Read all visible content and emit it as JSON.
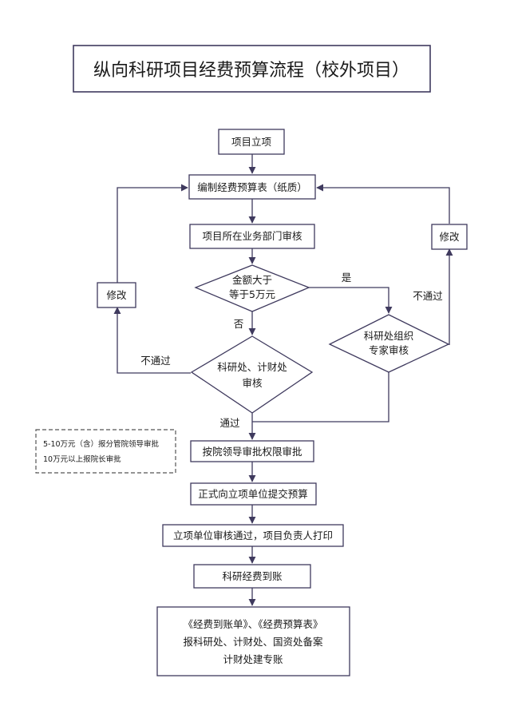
{
  "title": "纵向科研项目经费预算流程（校外项目）",
  "nodes": {
    "project_setup": "项目立项",
    "prepare_budget": "编制经费预算表（纸质）",
    "dept_review": "项目所在业务部门审核",
    "amount_check": [
      "金额大于",
      "等于5万元"
    ],
    "modify_left": "修改",
    "modify_right": "修改",
    "expert_review": [
      "科研处组织",
      "专家审核"
    ],
    "finance_review": [
      "科研处、计财处",
      "审核"
    ],
    "leader_approval": "按院领导审批权限审批",
    "submit_budget": "正式向立项单位提交预算",
    "unit_review_print": "立项单位审核通过，项目负责人打印",
    "funds_arrive": "科研经费到账",
    "final_box": [
      "《经费到账单》、《经费预算表》",
      "报科研处、计财处、国资处备案",
      "计财处建专账"
    ]
  },
  "edge_labels": {
    "yes": "是",
    "no": "否",
    "fail_left": "不通过",
    "fail_right": "不通过",
    "pass": "通过"
  },
  "note": [
    "5-10万元（含）报分管院领导审批",
    "10万元以上报院长审批"
  ]
}
